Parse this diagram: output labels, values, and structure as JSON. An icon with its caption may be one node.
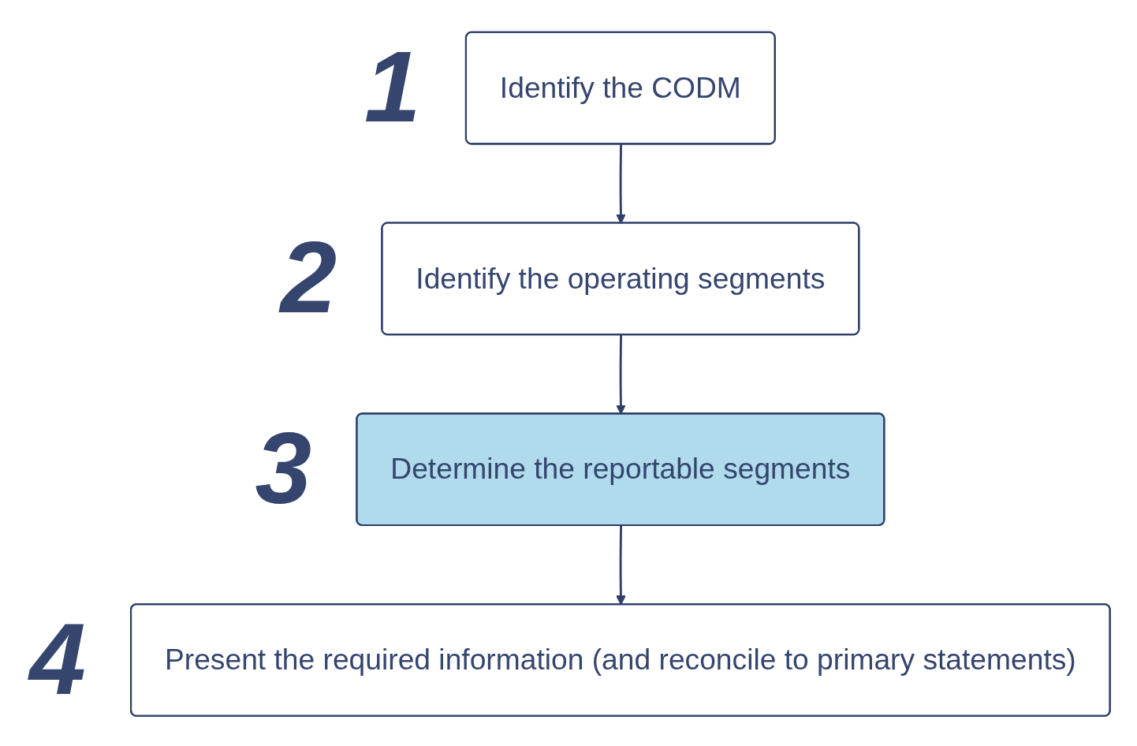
{
  "diagram": {
    "nodes": [
      {
        "text": [
          "Identify the CODM"
        ],
        "beside": [
          "1"
        ]
      },
      {
        "text": [
          "Identify the operating segments"
        ],
        "beside": [
          "2"
        ]
      },
      {
        "text": [
          "Determine the reportable segments"
        ],
        "beside": [
          "3"
        ]
      },
      {
        "text": [
          "Present the required information (and reconcile to primary statements)"
        ],
        "beside": [
          "4"
        ]
      }
    ],
    "edges": [
      {
        "from": 0,
        "to": 1,
        "arrow": "to"
      },
      {
        "from": 1,
        "to": 2,
        "arrow": "to"
      },
      {
        "from": 2,
        "to": 3,
        "arrow": "to"
      }
    ]
  }
}
